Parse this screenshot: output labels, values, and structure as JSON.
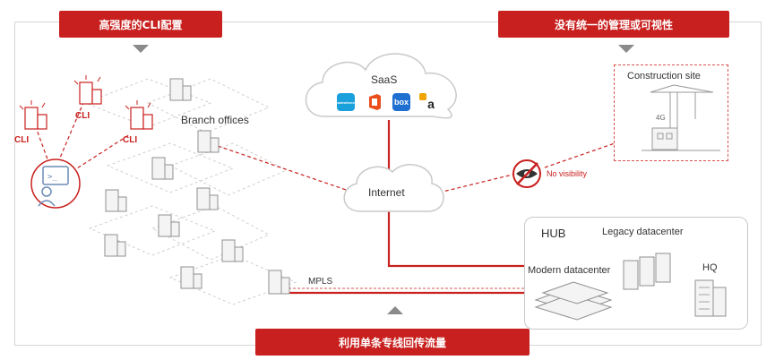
{
  "banners": {
    "top_left": "高强度的CLI配置",
    "top_right": "没有统一的管理或可视性",
    "bottom": "利用单条专线回传流量"
  },
  "labels": {
    "saas": "SaaS",
    "internet": "Internet",
    "branch_offices": "Branch offices",
    "construction_site": "Construction site",
    "four_g": "4G",
    "no_visibility": "No visibility",
    "mpls": "MPLS",
    "hub": "HUB",
    "legacy_datacenter": "Legacy datacenter",
    "modern_datacenter": "Modern datacenter",
    "hq": "HQ",
    "cli_1": "CLI",
    "cli_2": "CLI",
    "cli_3": "CLI"
  },
  "saas_icons": {
    "salesforce": "salesforce",
    "office": "office-icon",
    "box": "box",
    "amazon": "a"
  },
  "colors": {
    "accent_red": "#c8201e",
    "line_gray": "#c9c9c9",
    "building_gray": "#9a9a9a"
  }
}
